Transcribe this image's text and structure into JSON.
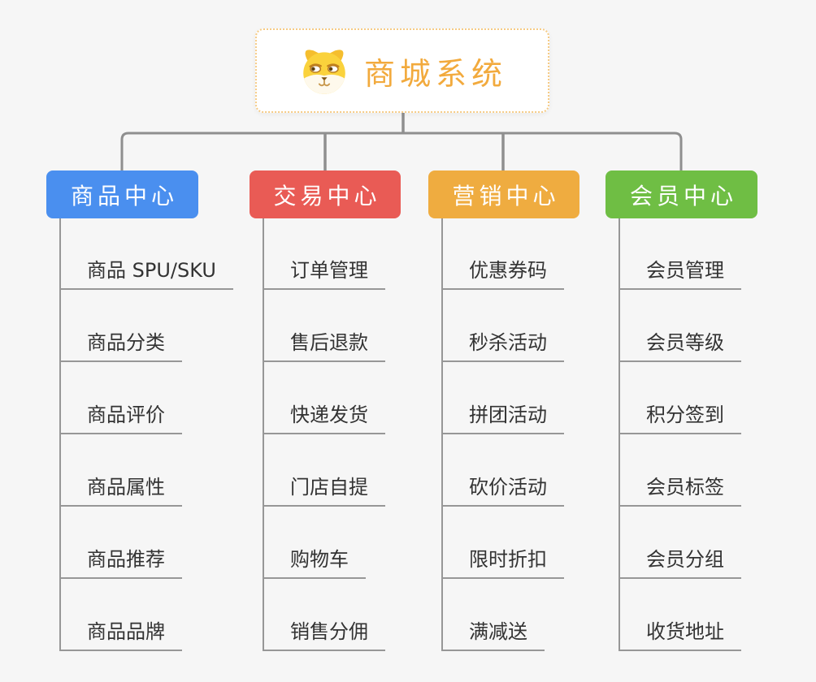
{
  "root": {
    "label": "商城系统",
    "icon": "dog-face-icon",
    "text_color": "#f2aa3d",
    "border_color": "#f6cb85"
  },
  "connectors": {
    "main_color": "#8f8f8f",
    "leaf_line_color": "#979797"
  },
  "branches": [
    {
      "label": "商品中心",
      "color": "#4a8fef",
      "items": [
        "商品 SPU/SKU",
        "商品分类",
        "商品评价",
        "商品属性",
        "商品推荐",
        "商品品牌"
      ]
    },
    {
      "label": "交易中心",
      "color": "#e95b55",
      "items": [
        "订单管理",
        "售后退款",
        "快递发货",
        "门店自提",
        "购物车",
        "销售分佣"
      ]
    },
    {
      "label": "营销中心",
      "color": "#efac40",
      "items": [
        "优惠券码",
        "秒杀活动",
        "拼团活动",
        "砍价活动",
        "限时折扣",
        "满减送"
      ]
    },
    {
      "label": "会员中心",
      "color": "#6fbe44",
      "items": [
        "会员管理",
        "会员等级",
        "积分签到",
        "会员标签",
        "会员分组",
        "收货地址"
      ]
    }
  ]
}
